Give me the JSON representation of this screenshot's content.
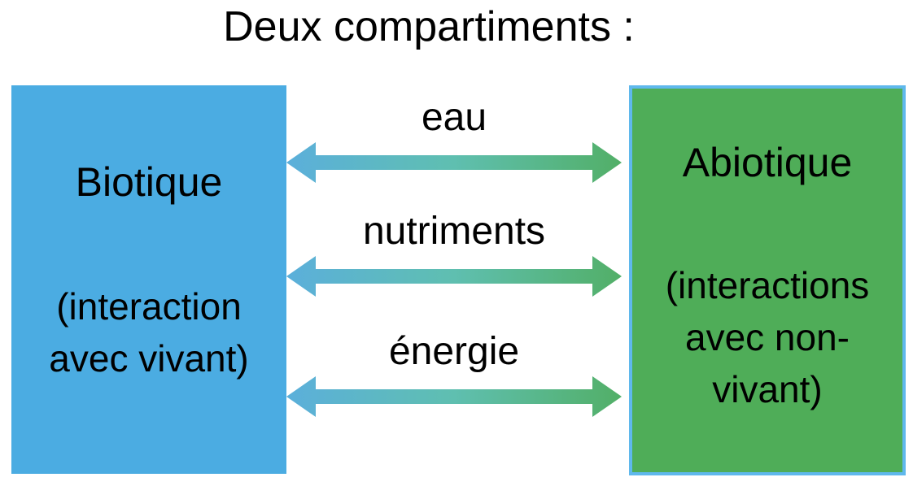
{
  "title": "Deux compartiments :",
  "diagram": {
    "compartments": [
      {
        "id": "biotique",
        "label": "Biotique",
        "note": "(interaction avec vivant)",
        "fill": "#4BACE2"
      },
      {
        "id": "abiotique",
        "label": "Abiotique",
        "note": "(interactions avec non-vivant)",
        "fill": "#4FAD58",
        "border": "#5FB8EC"
      }
    ],
    "exchanges": [
      {
        "label": "eau"
      },
      {
        "label": "nutriments"
      },
      {
        "label": "énergie"
      }
    ],
    "arrow": {
      "direction": "bidirectional",
      "gradient_from": "#5BAFDB",
      "gradient_to": "#52AF67"
    },
    "text_color": "#000000",
    "background": "#FFFFFF"
  }
}
